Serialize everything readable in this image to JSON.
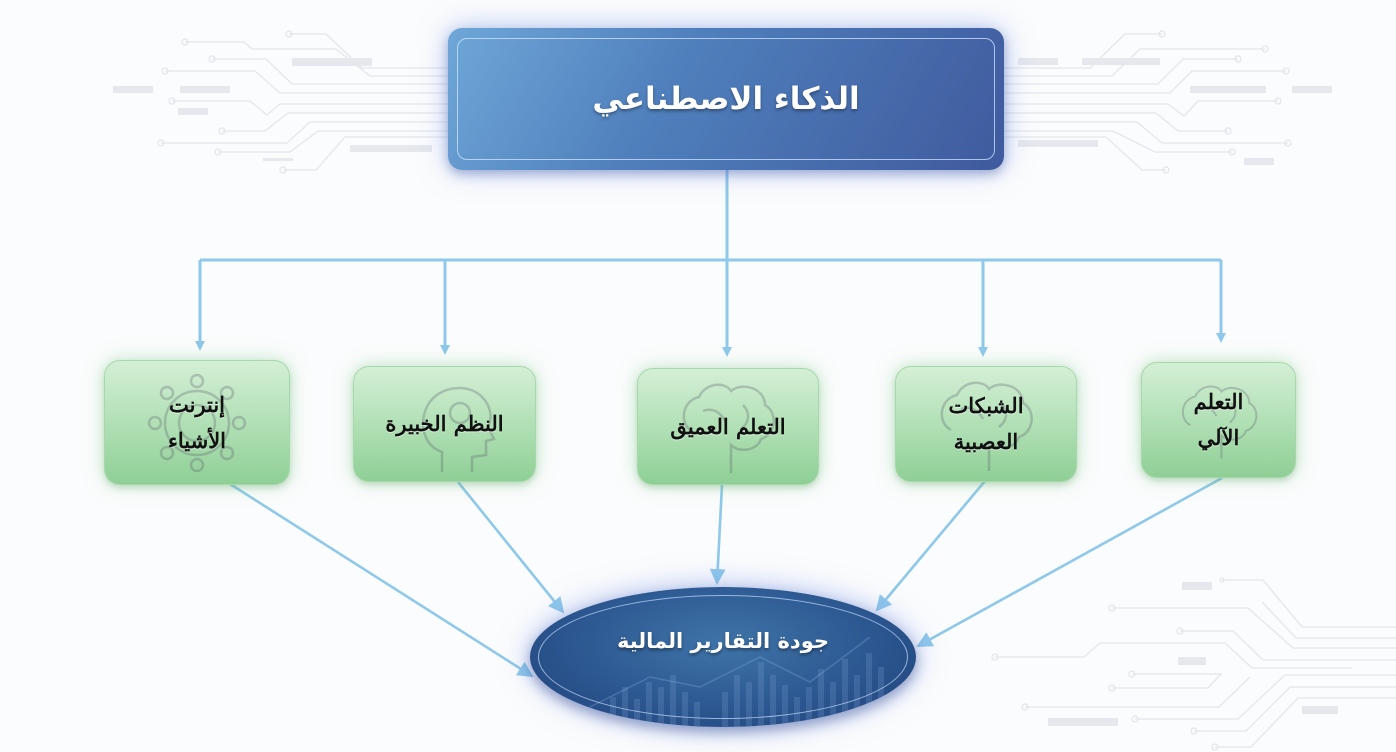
{
  "diagram": {
    "root": {
      "label": "الذكاء الاصطناعي"
    },
    "children": [
      {
        "label_line1": "إنترنت",
        "label_line2": "الأشياء",
        "icon": "iot-network-icon"
      },
      {
        "label_line1": "النظم الخبيرة",
        "label_line2": "",
        "icon": "head-gear-icon"
      },
      {
        "label_line1": "التعلم العميق",
        "label_line2": "",
        "icon": "brain-icon"
      },
      {
        "label_line1": "الشبكات",
        "label_line2": "العصبية",
        "icon": "brain-icon"
      },
      {
        "label_line1": "التعلم",
        "label_line2": "الآلي",
        "icon": "brain-icon"
      }
    ],
    "target": {
      "label": "جودة التقارير المالية",
      "icon": "bar-chart-icon"
    },
    "colors": {
      "root_fill": "#4f7fbc",
      "child_fill": "#b5e2b9",
      "target_fill": "#2c5790",
      "connector": "#8ec8ea",
      "background": "#fbfcfd"
    }
  }
}
